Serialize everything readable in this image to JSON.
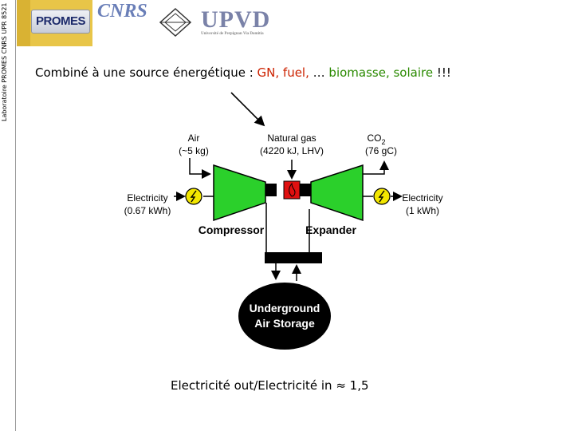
{
  "sidebar": {
    "vertical_label": "Laboratoire PROMES CNRS UPR 8521"
  },
  "logos": {
    "promes": "PROMES",
    "cnrs": "CNRS",
    "upvd": "UPVD",
    "upvd_sub": "Université de Perpignan Via Domitia"
  },
  "headline": {
    "prefix": "Combiné à une source énergétique : ",
    "red": "GN, fuel,",
    "middle": " … ",
    "green": "biomasse, solaire",
    "suffix": " !!!"
  },
  "diagram": {
    "air_label": "Air",
    "air_amount": "(~5 kg)",
    "gas_label": "Natural gas",
    "gas_amount": "(4220 kJ, LHV)",
    "co2_label": "CO",
    "co2_sub": "2",
    "co2_amount": "(76 gC)",
    "elec_in_label": "Electricity",
    "elec_in_amount": "(0.67 kWh)",
    "elec_out_label": "Electricity",
    "elec_out_amount": "(1 kWh)",
    "compressor_label": "Compressor",
    "expander_label": "Expander",
    "storage_line1": "Underground",
    "storage_line2": "Air Storage"
  },
  "colors": {
    "turbine_green": "#2bd02b",
    "lightning_yellow": "#f2e600",
    "flame_red": "#e01010",
    "headline_red": "#cc2200",
    "headline_green": "#2a8a00"
  },
  "footer": {
    "text": "Electricité out/Electricité in ≈ 1,5"
  }
}
